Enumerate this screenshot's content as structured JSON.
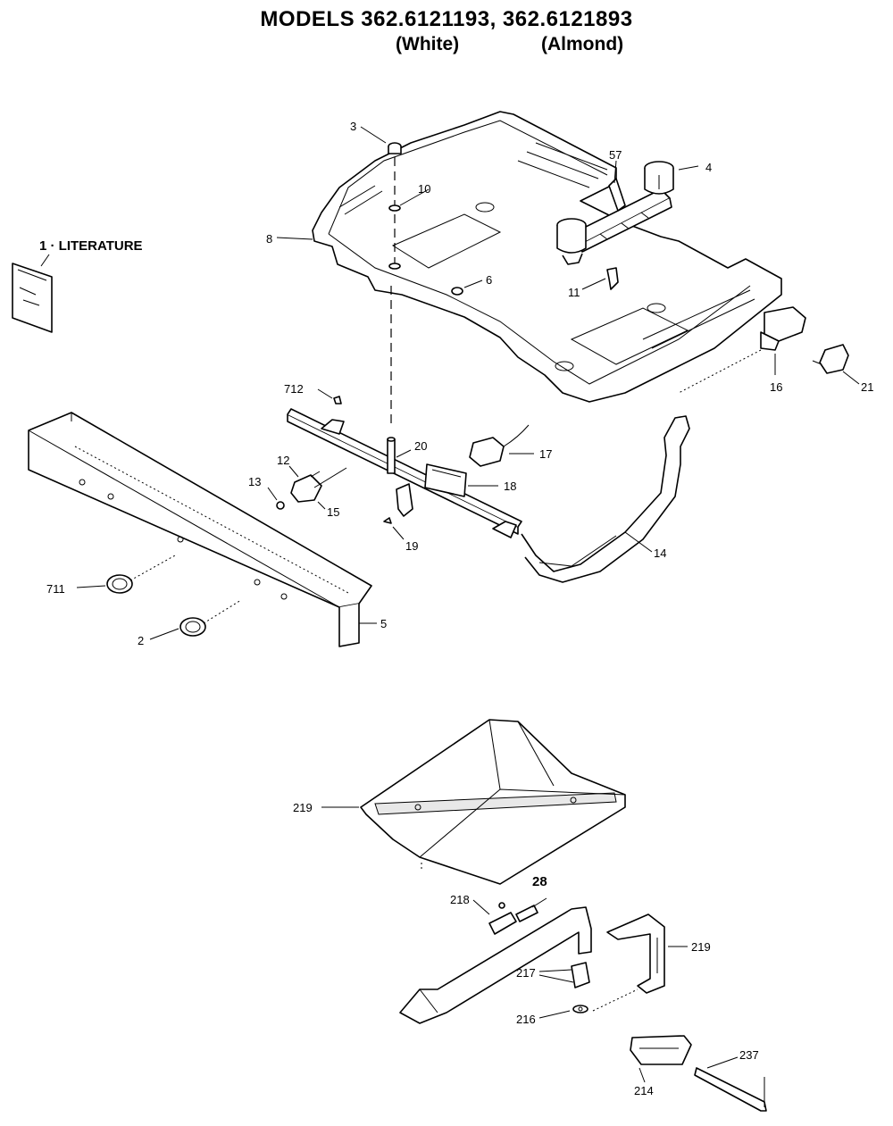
{
  "header": {
    "title": "MODELS 362.6121193, 362.6121893",
    "variant_white": "(White)",
    "variant_almond": "(Almond)"
  },
  "labels": {
    "literature": "1 · LITERATURE",
    "p3": "3",
    "p10": "10",
    "p8": "8",
    "p57": "57",
    "p4": "4",
    "p6": "6",
    "p11": "11",
    "p16": "16",
    "p21": "21",
    "p712": "712",
    "p20": "20",
    "p17": "17",
    "p18": "18",
    "p12": "12",
    "p13": "13",
    "p15": "15",
    "p19": "19",
    "p14": "14",
    "p711": "711",
    "p2": "2",
    "p5": "5",
    "p219a": "219",
    "p28": "28",
    "p218": "218",
    "p219b": "219",
    "p217": "217",
    "p216": "216",
    "p214": "214",
    "p237": "237"
  }
}
